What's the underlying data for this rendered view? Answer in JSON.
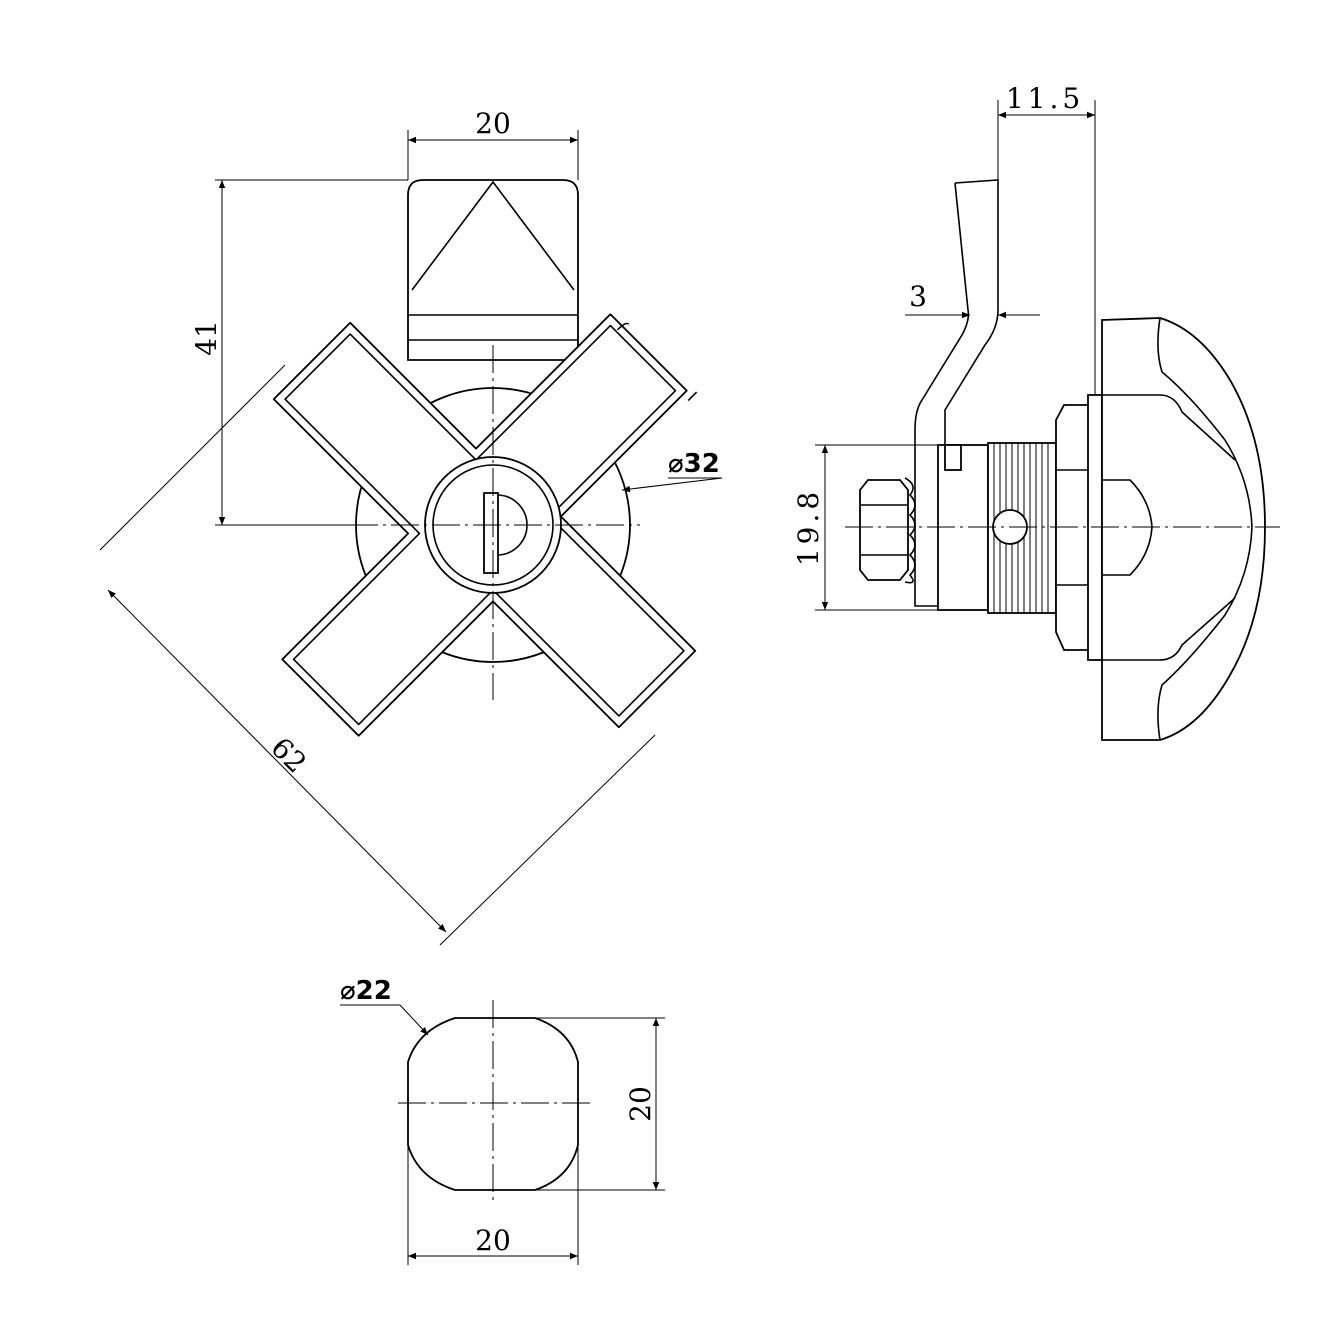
{
  "front_view": {
    "cam_width": "20",
    "height": "41",
    "diagonal": "62",
    "handle_diameter": "⌀32"
  },
  "side_view": {
    "cam_offset": "11.5",
    "cam_thickness": "3",
    "body_height": "19.8"
  },
  "cam_view": {
    "diameter": "⌀22",
    "height": "20",
    "width": "20"
  }
}
